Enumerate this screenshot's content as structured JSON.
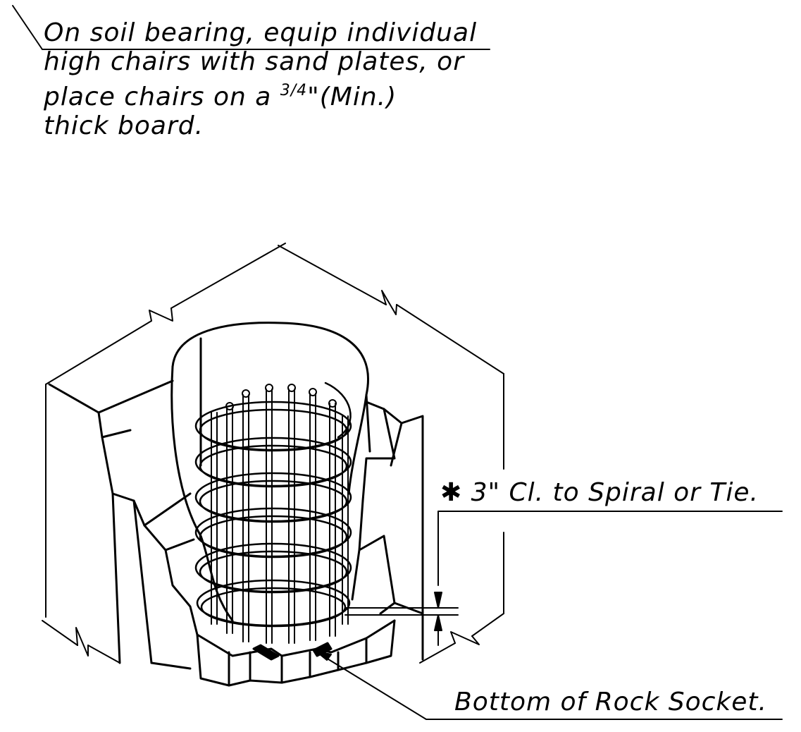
{
  "colors": {
    "ink": "#000000",
    "paper": "#ffffff"
  },
  "notes": {
    "soil_bearing": {
      "line1": "On soil bearing, equip individual",
      "line2": "high chairs with sand plates, or",
      "line3_pre": "place chairs on a ",
      "line3_frac": "3/4",
      "line3_post": "\"(Min.)",
      "line4": "thick board."
    },
    "clearance": "✱ 3\" Cl. to Spiral or Tie.",
    "bottom": "Bottom  of  Rock  Socket."
  }
}
